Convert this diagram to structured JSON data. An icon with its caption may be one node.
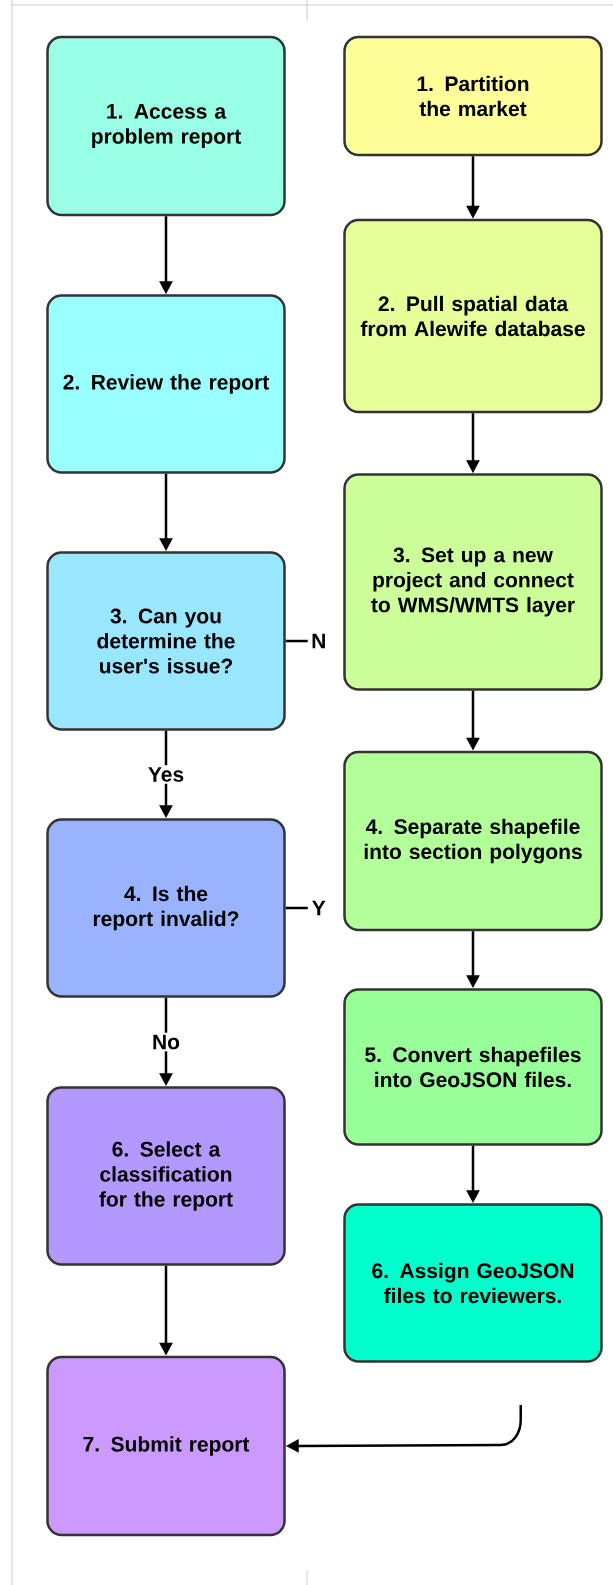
{
  "diagram": {
    "nodes": [
      {
        "text": [
          "1. Access a problem report"
        ]
      },
      {
        "text": [
          "2. Review the report"
        ]
      },
      {
        "text": [
          "3. Can you determine the user's issue?"
        ]
      },
      {
        "text": [
          "4. Is the report invalid?"
        ]
      },
      {
        "text": [
          "6. Select a classification for the report"
        ]
      },
      {
        "text": [
          "7. Submit report"
        ]
      },
      {
        "text": [
          "1. Partition the market"
        ]
      },
      {
        "text": [
          "2. Pull spatial data from Alewife database"
        ]
      },
      {
        "text": [
          "3. Set up a new project and connect to WMS/WMTS layer"
        ]
      },
      {
        "text": [
          "4. Separate shapefile into section polygons"
        ]
      },
      {
        "text": [
          "5. Convert shapefiles into GeoJSON files."
        ]
      },
      {
        "text": [
          "6. Assign GeoJSON files to reviewers."
        ]
      }
    ],
    "edges": [
      {
        "from": 0,
        "to": 1,
        "arrow": "to"
      },
      {
        "from": 1,
        "to": 2,
        "arrow": "to"
      },
      {
        "from": 2,
        "to": 3,
        "arrow": "to",
        "label": "Yes"
      },
      {
        "from": 2,
        "to": null,
        "arrow": "none",
        "label": "N"
      },
      {
        "from": 3,
        "to": 4,
        "arrow": "to",
        "label": "No"
      },
      {
        "from": 3,
        "to": null,
        "arrow": "none",
        "label": "Y"
      },
      {
        "from": 4,
        "to": 5,
        "arrow": "to"
      },
      {
        "from": 6,
        "to": 7,
        "arrow": "to"
      },
      {
        "from": 7,
        "to": 8,
        "arrow": "to"
      },
      {
        "from": 8,
        "to": 9,
        "arrow": "to"
      },
      {
        "from": 9,
        "to": 10,
        "arrow": "to"
      },
      {
        "from": 10,
        "to": 11,
        "arrow": "to"
      },
      {
        "from": null,
        "to": 5,
        "arrow": "to"
      }
    ]
  }
}
